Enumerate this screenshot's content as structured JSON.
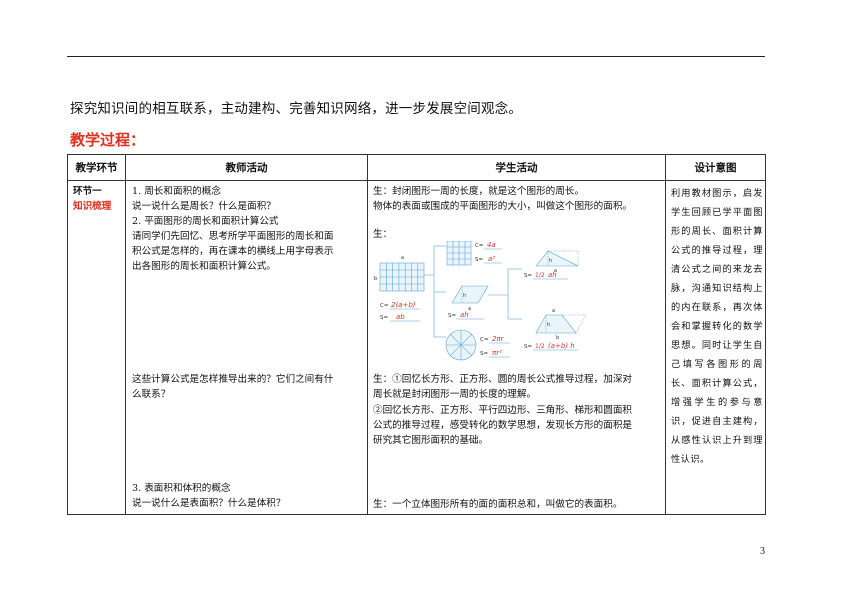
{
  "intro": "探究知识间的相互联系，主动建构、完善知识网络，进一步发展空间观念。",
  "section_title": "教学过程：",
  "table": {
    "headers": [
      "教学环节",
      "教师活动",
      "学生活动",
      "设计意图"
    ],
    "stage": {
      "number": "环节一",
      "name": "知识梳理"
    },
    "teacher": [
      "1.  周长和面积的概念",
      "说一说什么是周长？什么是面积？",
      "2.  平面图形的周长和面积计算公式",
      "请同学们先回忆、思考所学平面图形的周长和面",
      "积公式是怎样的，再在课本的横线上用字母表示",
      "出各图形的周长和面积计算公式。",
      "这些计算公式是怎样推导出来的？它们之间有什",
      "么联系？",
      "3.   表面积和体积的概念",
      "说一说什么是表面积？什么是体积？"
    ],
    "student": [
      "生：封闭图形一周的长度，就是这个图形的周长。",
      "物体的表面或围成的平面图形的大小，叫做这个图形的面积。",
      "生：",
      "生：①回忆长方形、正方形、圆的周长公式推导过程，加深对",
      "周长就是封闭图形一周的长度的理解。",
      "②回忆长方形、正方形、平行四边形、三角形、梯形和圆面积",
      "公式的推导过程，感受转化的数学思想，发现长方形的面积是",
      "研究其它图形面积的基础。",
      "生：一个立体图形所有的面的面积总和，叫做它的表面积。"
    ],
    "design_intent": "利用教材图示，启发学生回顾已学平面图形的周长、面积计算公式的推导过程，理清公式之间的来龙去脉，沟通知识结构上的内在联系，再次体会和掌握转化的数学思想。同时让学生自己填写各图形的周长、面积计算公式，增强学生的参与意识，促进自主建构，从感性认识上升到理性认识。"
  },
  "diagram": {
    "labels": {
      "C": "C=",
      "S": "S=",
      "a": "a",
      "b": "b",
      "h": "h",
      "sq_C": "4a",
      "sq_S": "a²",
      "rect_C": "2(a+b)",
      "rect_S": "ab",
      "para_S": "ah",
      "tri_frac": "1/2",
      "tri_S": "ah",
      "trap_frac": "1/2",
      "trap_S": "(a+b) h",
      "circ_C": "2πr",
      "circ_S": "πr²"
    }
  },
  "page_number": "3",
  "colors": {
    "accent_red": "#e0311c",
    "diagram_blue": "#5fa6d6",
    "formula_red": "#d63a2a"
  }
}
